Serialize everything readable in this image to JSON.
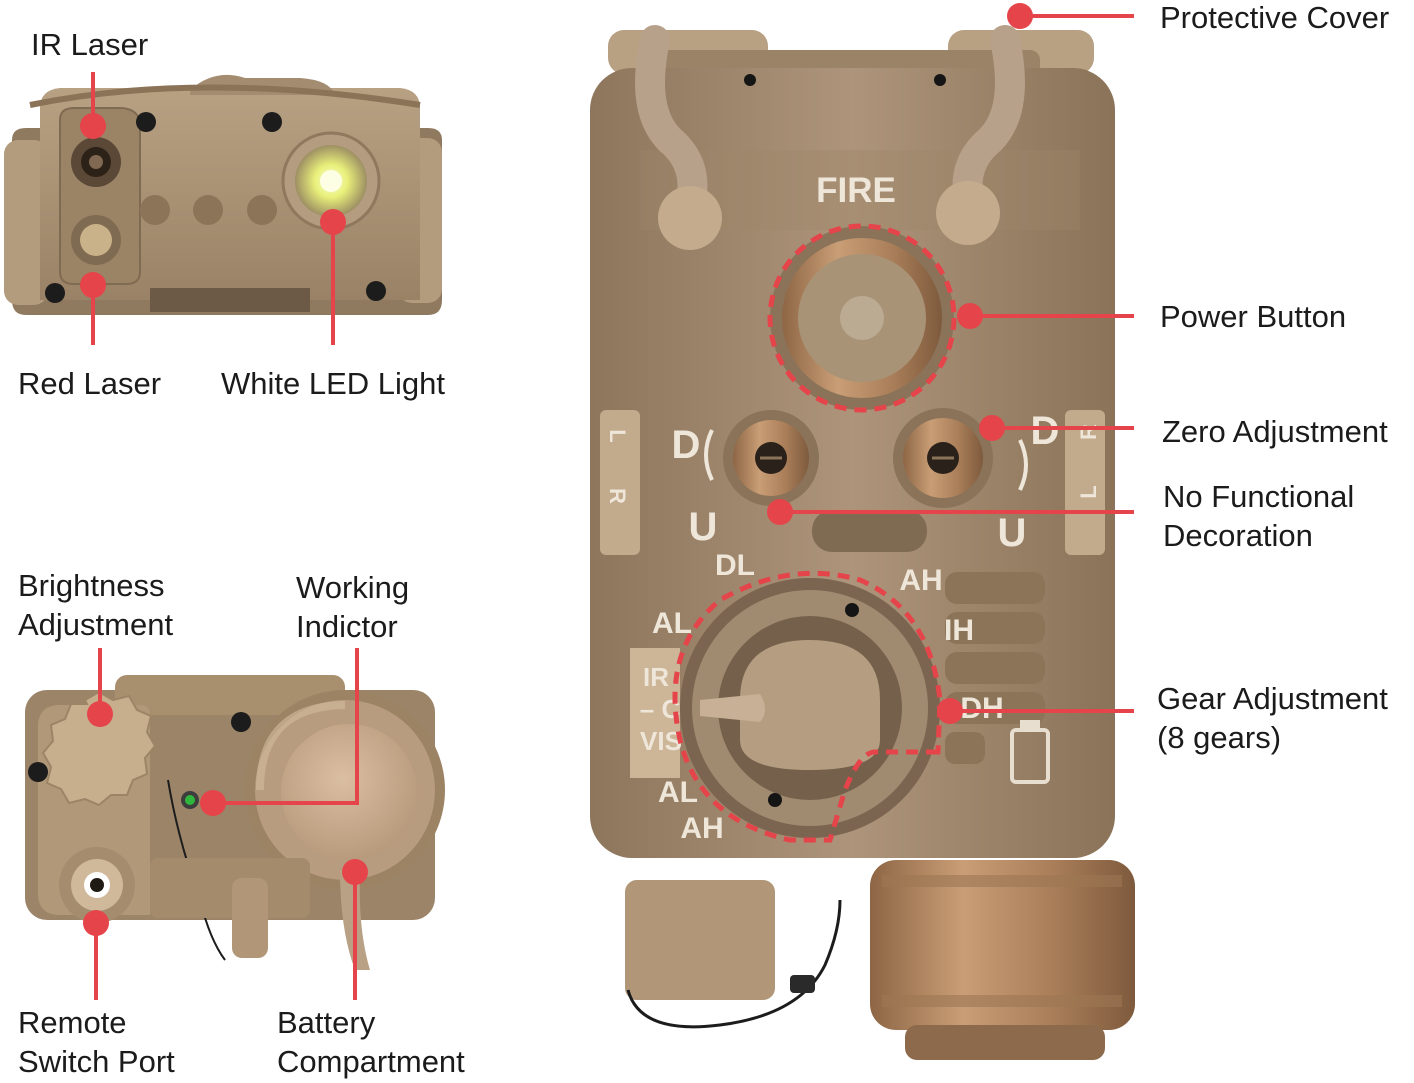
{
  "colors": {
    "callout": "#e5444a",
    "device_tan": "#a48a6c",
    "device_dark": "#6f5b45",
    "device_light": "#c4ab8d",
    "copper": "#b68a63",
    "label_text": "#1b1b1b"
  },
  "labels": {
    "ir_laser": "IR Laser",
    "red_laser": "Red Laser",
    "white_led": "White LED Light",
    "brightness": [
      "Brightness",
      "Adjustment"
    ],
    "working": [
      "Working",
      "Indictor"
    ],
    "remote": [
      "Remote",
      "Switch Port"
    ],
    "battery": [
      "Battery",
      "Compartment"
    ],
    "protective_cover": "Protective Cover",
    "power_button": "Power Button",
    "zero_adjustment": "Zero Adjustment",
    "no_functional": [
      "No Functional",
      "Decoration"
    ],
    "gear_adjustment": [
      "Gear Adjustment",
      "(8 gears)"
    ]
  },
  "device_markings": {
    "fire": "FIRE",
    "d": "D",
    "u": "U",
    "dl": "DL",
    "ah": "AH",
    "ih": "IH",
    "dh": "DH",
    "al": "AL",
    "ir": "IR",
    "dash_c": "– C",
    "vis": "VIS",
    "l": "L",
    "r": "R"
  }
}
